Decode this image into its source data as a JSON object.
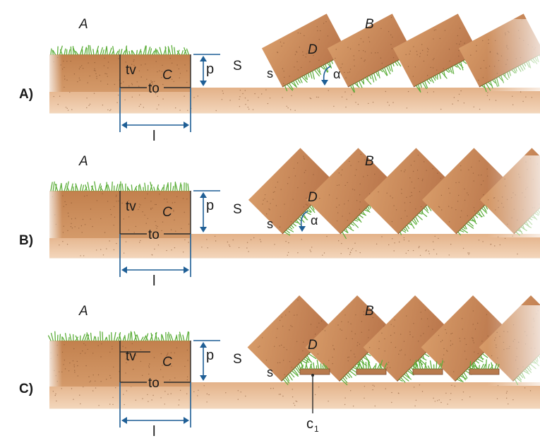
{
  "panels": [
    {
      "row_label": "A)",
      "labels": {
        "field": "A",
        "furrow_side": "B",
        "slice_left": "C",
        "slice_turned": "D",
        "topsoil": "tv",
        "bottom": "to",
        "depth": "p",
        "furrow": "S",
        "sole": "s",
        "width": "l",
        "angle": "α"
      }
    },
    {
      "row_label": "B)",
      "labels": {
        "field": "A",
        "furrow_side": "B",
        "slice_left": "C",
        "slice_turned": "D",
        "topsoil": "tv",
        "bottom": "to",
        "depth": "p",
        "furrow": "S",
        "sole": "s",
        "width": "l",
        "angle": "α"
      }
    },
    {
      "row_label": "C)",
      "labels": {
        "field": "A",
        "furrow_side": "B",
        "slice_left": "C",
        "slice_turned": "D",
        "topsoil": "tv",
        "bottom": "to",
        "depth": "p",
        "furrow": "S",
        "sole": "s",
        "width": "l",
        "skim_main": "c",
        "skim_sub": "1"
      }
    }
  ],
  "colors": {
    "soil": "#c98a5a",
    "soil_dark": "#b87745",
    "ground": "#e8b98e",
    "grass": "#5cae3a",
    "dimension": "#1f5f96"
  }
}
